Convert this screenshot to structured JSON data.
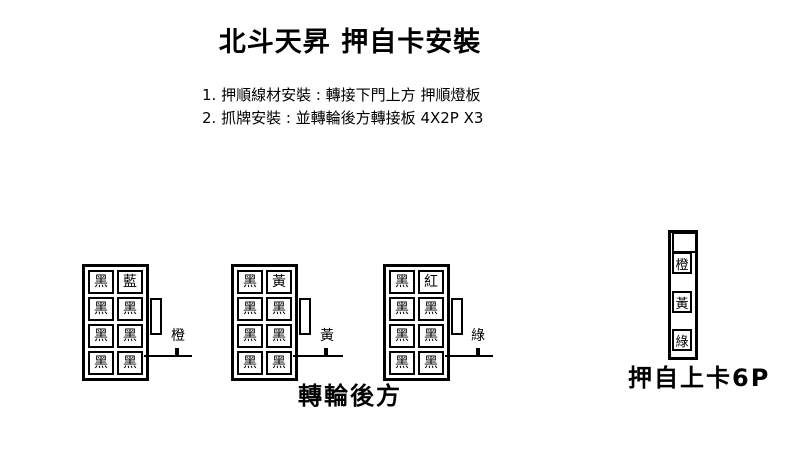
{
  "title": "北斗天昇 押自卡安裝",
  "notes": [
    "1. 押順線材安裝 : 轉接下門上方 押順燈板",
    "2. 抓牌安裝 : 並轉輪後方轉接板 4X2P X3"
  ],
  "connectors": [
    {
      "pins": [
        [
          "黑",
          "藍"
        ],
        [
          "黑",
          "黑"
        ],
        [
          "黑",
          "黑"
        ],
        [
          "黑",
          "黑"
        ]
      ],
      "wire_label": "橙"
    },
    {
      "pins": [
        [
          "黑",
          "黃"
        ],
        [
          "黑",
          "黑"
        ],
        [
          "黑",
          "黑"
        ],
        [
          "黑",
          "黑"
        ]
      ],
      "wire_label": "黃"
    },
    {
      "pins": [
        [
          "黑",
          "紅"
        ],
        [
          "黑",
          "黑"
        ],
        [
          "黑",
          "黑"
        ],
        [
          "黑",
          "黑"
        ]
      ],
      "wire_label": "綠"
    }
  ],
  "reel_caption": "轉輪後方",
  "card": {
    "pins": [
      "橙",
      "黃",
      "綠"
    ],
    "caption": "押自上卡6P"
  }
}
